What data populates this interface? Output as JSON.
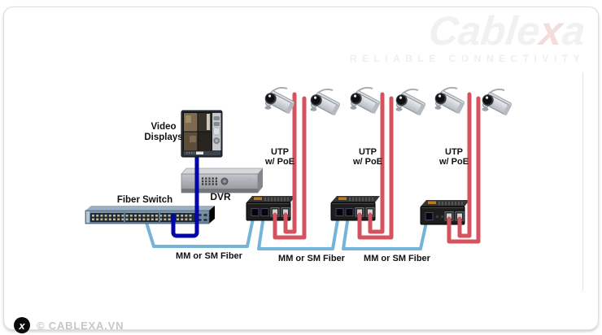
{
  "brand": {
    "wordmark": {
      "pre": "Cable",
      "accent": "x",
      "post": "a"
    },
    "tagline": "RELIABLE CONNECTIVITY"
  },
  "diagram": {
    "video_displays_label": "Video Displays",
    "dvr_label": "DVR",
    "fiber_switch_label": "Fiber Switch",
    "utp_label_line1": "UTP",
    "utp_label_line2": "w/ PoE",
    "fiber_run_label": "MM or SM Fiber",
    "colors": {
      "utp_cable": "#d5525f",
      "fiber_cable": "#74b4da",
      "dvr_cable": "#0404a8"
    }
  },
  "footer": {
    "mark_glyph": "x",
    "copyright": "© CABLEXA.VN"
  }
}
